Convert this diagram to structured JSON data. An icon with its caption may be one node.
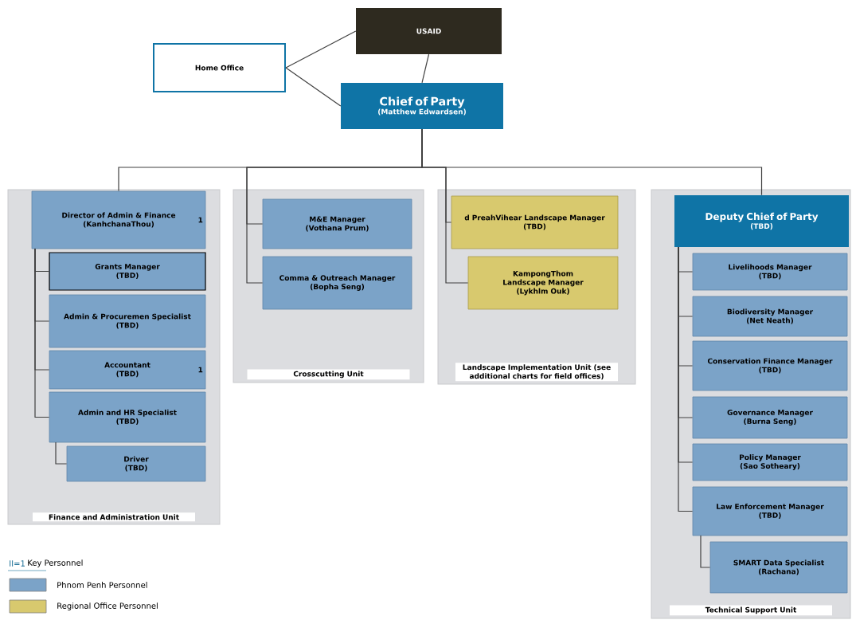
{
  "diagram": {
    "nodes": [
      {
        "text": [
          "USAID"
        ]
      },
      {
        "text": [
          "Home Office"
        ]
      },
      {
        "text": [
          "Chief of Party",
          "(Matthew Edwardsen)"
        ]
      },
      {
        "text": [
          "Finance and Administration Unit"
        ]
      },
      {
        "text": [
          "Director of Admin & Finance",
          "(KanhchanaThou)",
          "1"
        ],
        "in": 3
      },
      {
        "text": [
          "Grants Manager",
          "(TBD)"
        ],
        "in": 3
      },
      {
        "text": [
          "Admin & Procuremen Specialist",
          "(TBD)"
        ],
        "in": 3
      },
      {
        "text": [
          "Accountant",
          "(TBD)",
          "1"
        ],
        "in": 3
      },
      {
        "text": [
          "Admin and HR Specialist",
          "(TBD)"
        ],
        "in": 3
      },
      {
        "text": [
          "Driver",
          "(TBD)"
        ],
        "in": 3
      },
      {
        "text": [
          "Crosscutting Unit"
        ]
      },
      {
        "text": [
          "M&E Manager",
          "(Vothana Prum)"
        ],
        "in": 10
      },
      {
        "text": [
          "Comma & Outreach Manager",
          "(Bopha Seng)"
        ],
        "in": 10
      },
      {
        "text": [
          "Landscape Implementation Unit (see additional charts for field offices)"
        ]
      },
      {
        "text": [
          "d PreahVihear Landscape Manager",
          "(TBD)"
        ],
        "in": 13
      },
      {
        "text": [
          "KampongThom Landscape Manager",
          "(Lykhlm Ouk)"
        ],
        "in": 13
      },
      {
        "text": [
          "Technical Support Unit"
        ]
      },
      {
        "text": [
          "Deputy Chief of Party",
          "(TBD)"
        ],
        "in": 16
      },
      {
        "text": [
          "Livelihoods Manager",
          "(TBD)"
        ],
        "in": 16
      },
      {
        "text": [
          "Biodiversity Manager",
          "(Net Neath)"
        ],
        "in": 16
      },
      {
        "text": [
          "Conservation Finance Manager",
          "(TBD)"
        ],
        "in": 16
      },
      {
        "text": [
          "Governance Manager",
          "(Burna Seng)"
        ],
        "in": 16
      },
      {
        "text": [
          "Policy Manager",
          "(Sao Sotheary)"
        ],
        "in": 16
      },
      {
        "text": [
          "Law Enforcement Manager",
          "(TBD)"
        ],
        "in": 16
      },
      {
        "text": [
          "SMART Data Specialist",
          "(Rachana)"
        ],
        "in": 16
      }
    ],
    "edges": [
      {
        "from": 1,
        "to": 0,
        "arrow": "none"
      },
      {
        "from": 1,
        "to": 2,
        "arrow": "none"
      },
      {
        "from": 0,
        "to": 2,
        "arrow": "none"
      },
      {
        "from": 2,
        "to": 4,
        "arrow": "none"
      },
      {
        "from": 2,
        "to": 11,
        "arrow": "none"
      },
      {
        "from": 2,
        "to": 12,
        "arrow": "none"
      },
      {
        "from": 2,
        "to": 14,
        "arrow": "none"
      },
      {
        "from": 2,
        "to": 15,
        "arrow": "none"
      },
      {
        "from": 2,
        "to": 17,
        "arrow": "none"
      },
      {
        "from": 4,
        "to": 5,
        "arrow": "none"
      },
      {
        "from": 4,
        "to": 6,
        "arrow": "none"
      },
      {
        "from": 4,
        "to": 7,
        "arrow": "none"
      },
      {
        "from": 4,
        "to": 8,
        "arrow": "none"
      },
      {
        "from": 8,
        "to": 9,
        "arrow": "none"
      },
      {
        "from": 17,
        "to": 18,
        "arrow": "none"
      },
      {
        "from": 17,
        "to": 19,
        "arrow": "none"
      },
      {
        "from": 17,
        "to": 20,
        "arrow": "none"
      },
      {
        "from": 17,
        "to": 21,
        "arrow": "none"
      },
      {
        "from": 17,
        "to": 22,
        "arrow": "none"
      },
      {
        "from": 17,
        "to": 23,
        "arrow": "none"
      },
      {
        "from": 23,
        "to": 24,
        "arrow": "none"
      }
    ],
    "labels": [
      "II=1"
    ],
    "legend": [
      {
        "text": "Key Personnel"
      },
      {
        "text": "Phnom Penh Personnel",
        "color": "#7ba3c8"
      },
      {
        "text": "Regional Office Personnel",
        "color": "#d8c96e"
      }
    ]
  }
}
